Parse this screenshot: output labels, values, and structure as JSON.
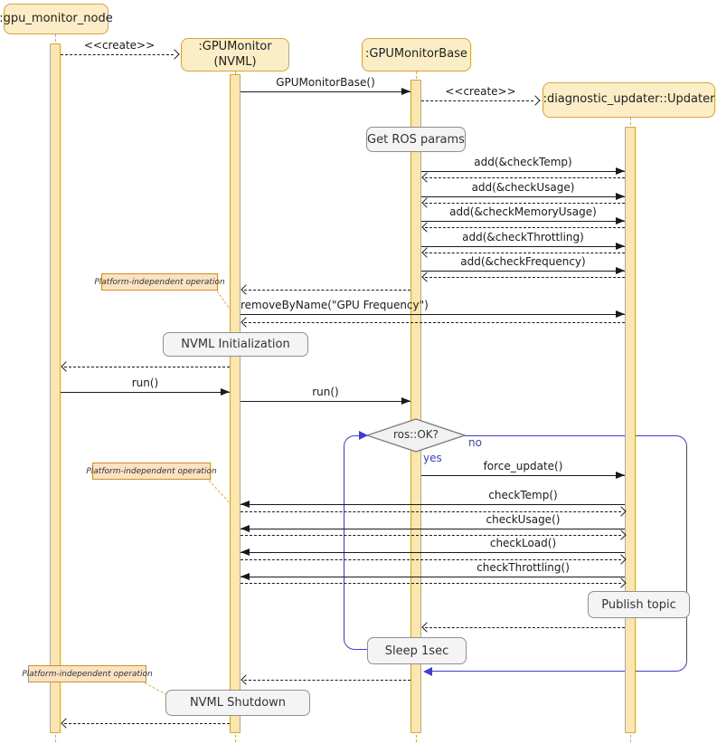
{
  "colors": {
    "participant_fill": "#FBEDC5",
    "participant_border": "#D9A43B",
    "activation_fill": "#FAE6B0",
    "note_fill": "#F4F4F4",
    "note_border": "#8F8F8F",
    "platform_note_fill": "#FBE2C3",
    "platform_note_border": "#D28E29",
    "loop_blue": "#3D3DDB",
    "arrow_black": "#1A1A1A"
  },
  "participants": [
    {
      "label": ":gpu_monitor_node"
    },
    {
      "line1": ":GPUMonitor",
      "line2": "(NVML)"
    },
    {
      "label": ":GPUMonitorBase"
    },
    {
      "label": ":diagnostic_updater::Updater"
    }
  ],
  "messages": {
    "create_gpumonitor": "<<create>>",
    "gpumonitorbase_call": "GPUMonitorBase()",
    "create_updater": "<<create>>",
    "add_check_temp": "add(&checkTemp)",
    "add_check_usage": "add(&checkUsage)",
    "add_check_memory_usage": "add(&checkMemoryUsage)",
    "add_check_throttling": "add(&checkThrottling)",
    "add_check_frequency": "add(&checkFrequency)",
    "remove_by_name": "removeByName(\"GPU Frequency\")",
    "run_node": "run()",
    "run_monitor": "run()",
    "force_update": "force_update()",
    "check_temp": "checkTemp()",
    "check_usage": "checkUsage()",
    "check_load": "checkLoad()",
    "check_throttling": "checkThrottling()"
  },
  "notes": {
    "get_ros_params": "Get ROS params",
    "nvml_initialization": "NVML Initialization",
    "publish_topic": "Publish topic",
    "sleep_1sec": "Sleep 1sec",
    "nvml_shutdown": "NVML Shutdown",
    "platform_independent_1": "Platform-independent operation",
    "platform_independent_2": "Platform-independent operation",
    "platform_independent_3": "Platform-independent operation"
  },
  "loop": {
    "condition": "ros::OK?",
    "yes_label": "yes",
    "no_label": "no"
  }
}
